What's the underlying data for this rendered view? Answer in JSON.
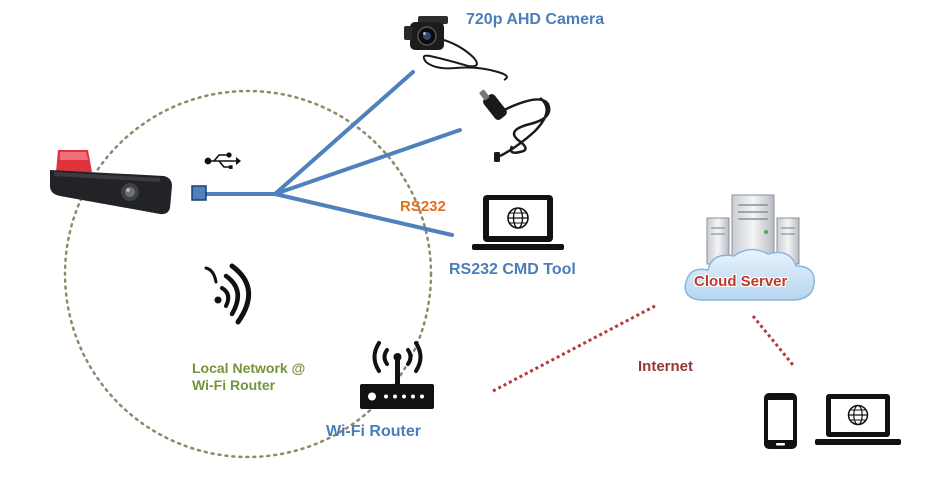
{
  "labels": {
    "camera": "720p AHD Camera",
    "rs232": "RS232",
    "rs232_tool": "RS232 CMD Tool",
    "local_network_line1": "Local Network @",
    "local_network_line2": "Wi-Fi Router",
    "wifi_router": "Wi-Fi Router",
    "internet": "Internet",
    "cloud_server": "Cloud Server"
  },
  "colors": {
    "cable": "#4f81bd",
    "circle": "#8b8b6a",
    "internet_link": "#b53a3a",
    "camera_label": "#4a7ebb",
    "rs232_label": "#e2701f",
    "local_network_label": "#76923c",
    "internet_label": "#953735",
    "cloud_label": "#c0392b"
  },
  "icons": [
    "dashcam-device",
    "usb-icon",
    "usb-connector-icon",
    "camera-icon",
    "car-charger-icon",
    "laptop-icon",
    "wireless-signal-icon",
    "wifi-router-icon",
    "server-icon",
    "cloud-icon",
    "smartphone-icon"
  ]
}
